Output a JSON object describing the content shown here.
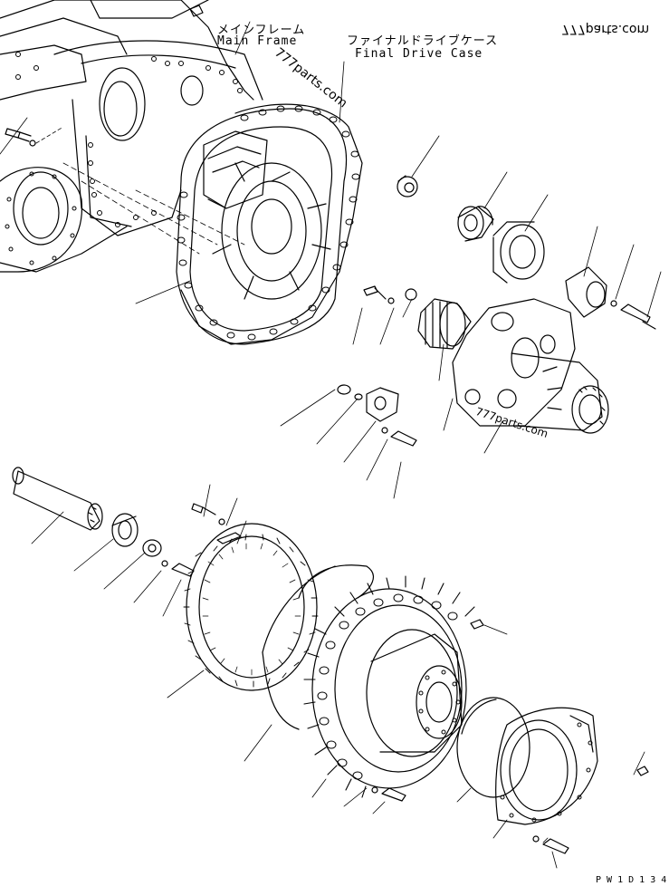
{
  "labels": {
    "main_frame_jp": "メインフレーム",
    "main_frame_en": "Main Frame",
    "final_drive_jp": "ファイナルドライブケース",
    "final_drive_en": "Final Drive Case",
    "drawing_code": "P W 1 D 1 3 4"
  },
  "watermarks": {
    "top_right": "777parts.com",
    "diagonal": "777parts.com",
    "hub": "777parts.com"
  }
}
